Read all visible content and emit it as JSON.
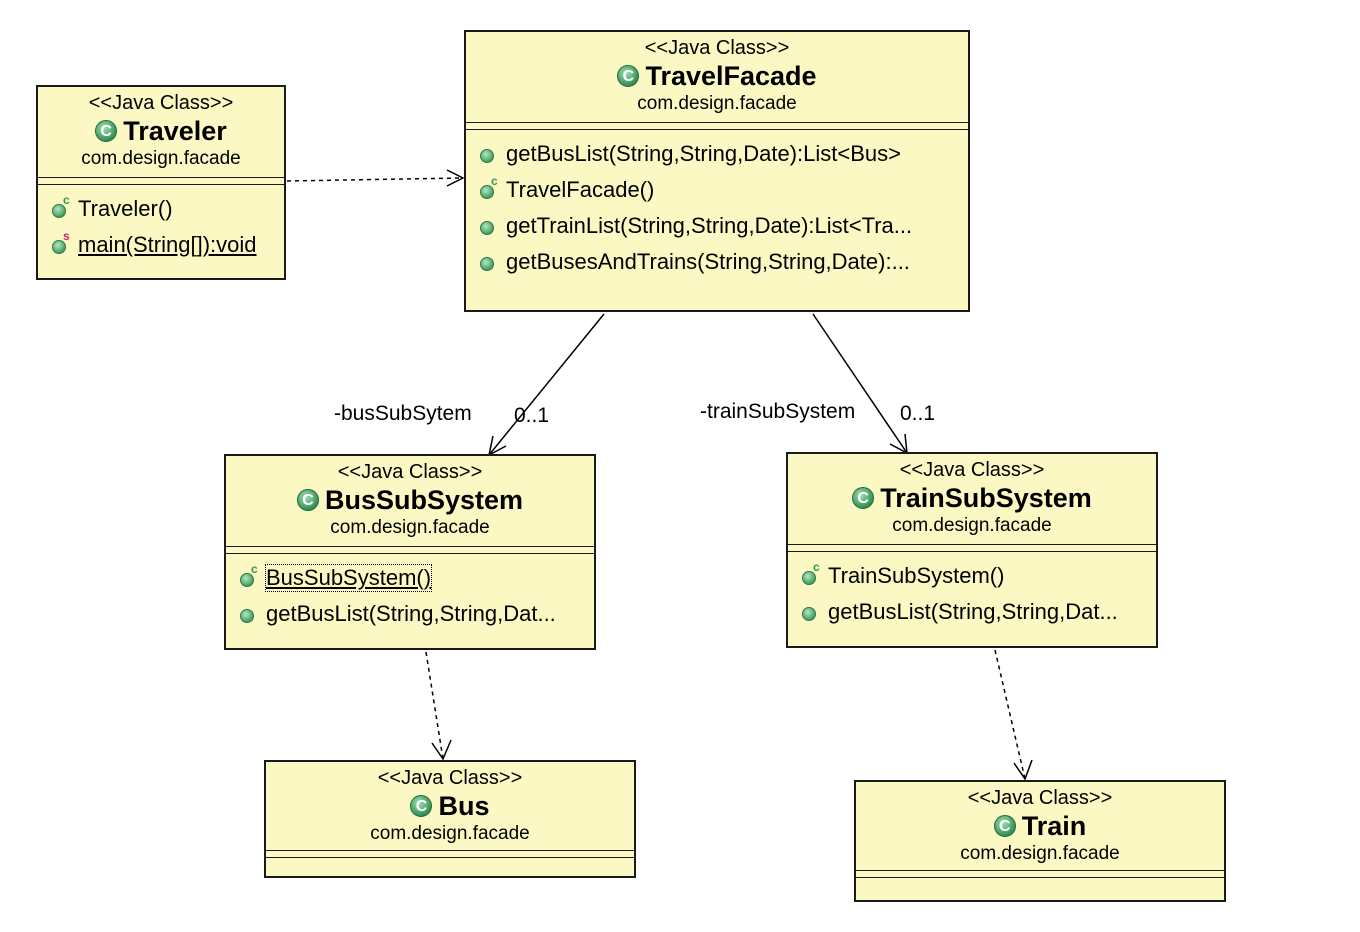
{
  "classes": {
    "traveler": {
      "stereotype": "<<Java Class>>",
      "name": "Traveler",
      "package": "com.design.facade",
      "class_icon": "C",
      "methods": [
        {
          "text": "Traveler()",
          "modifier": "c"
        },
        {
          "text": "main(String[]):void",
          "modifier": "s"
        }
      ]
    },
    "travel_facade": {
      "stereotype": "<<Java Class>>",
      "name": "TravelFacade",
      "package": "com.design.facade",
      "class_icon": "C",
      "methods": [
        {
          "text": "getBusList(String,String,Date):List<Bus>",
          "modifier": ""
        },
        {
          "text": "TravelFacade()",
          "modifier": "c"
        },
        {
          "text": "getTrainList(String,String,Date):List<Tra...",
          "modifier": ""
        },
        {
          "text": "getBusesAndTrains(String,String,Date):...",
          "modifier": ""
        }
      ]
    },
    "bus_subsystem": {
      "stereotype": "<<Java Class>>",
      "name": "BusSubSystem",
      "package": "com.design.facade",
      "class_icon": "C",
      "methods": [
        {
          "text": "BusSubSystem()",
          "modifier": "c"
        },
        {
          "text": "getBusList(String,String,Dat...",
          "modifier": ""
        }
      ]
    },
    "train_subsystem": {
      "stereotype": "<<Java Class>>",
      "name": "TrainSubSystem",
      "package": "com.design.facade",
      "class_icon": "C",
      "methods": [
        {
          "text": "TrainSubSystem()",
          "modifier": "c"
        },
        {
          "text": "getBusList(String,String,Dat...",
          "modifier": ""
        }
      ]
    },
    "bus": {
      "stereotype": "<<Java Class>>",
      "name": "Bus",
      "package": "com.design.facade",
      "class_icon": "C"
    },
    "train": {
      "stereotype": "<<Java Class>>",
      "name": "Train",
      "package": "com.design.facade",
      "class_icon": "C"
    }
  },
  "associations": {
    "bus": {
      "role": "-busSubSytem",
      "multiplicity": "0..1"
    },
    "train": {
      "role": "-trainSubSystem",
      "multiplicity": "0..1"
    }
  },
  "colors": {
    "class_fill": "#fbf8c3",
    "icon_green": "#2f8a4e",
    "modifier_static": "#c8286e"
  }
}
